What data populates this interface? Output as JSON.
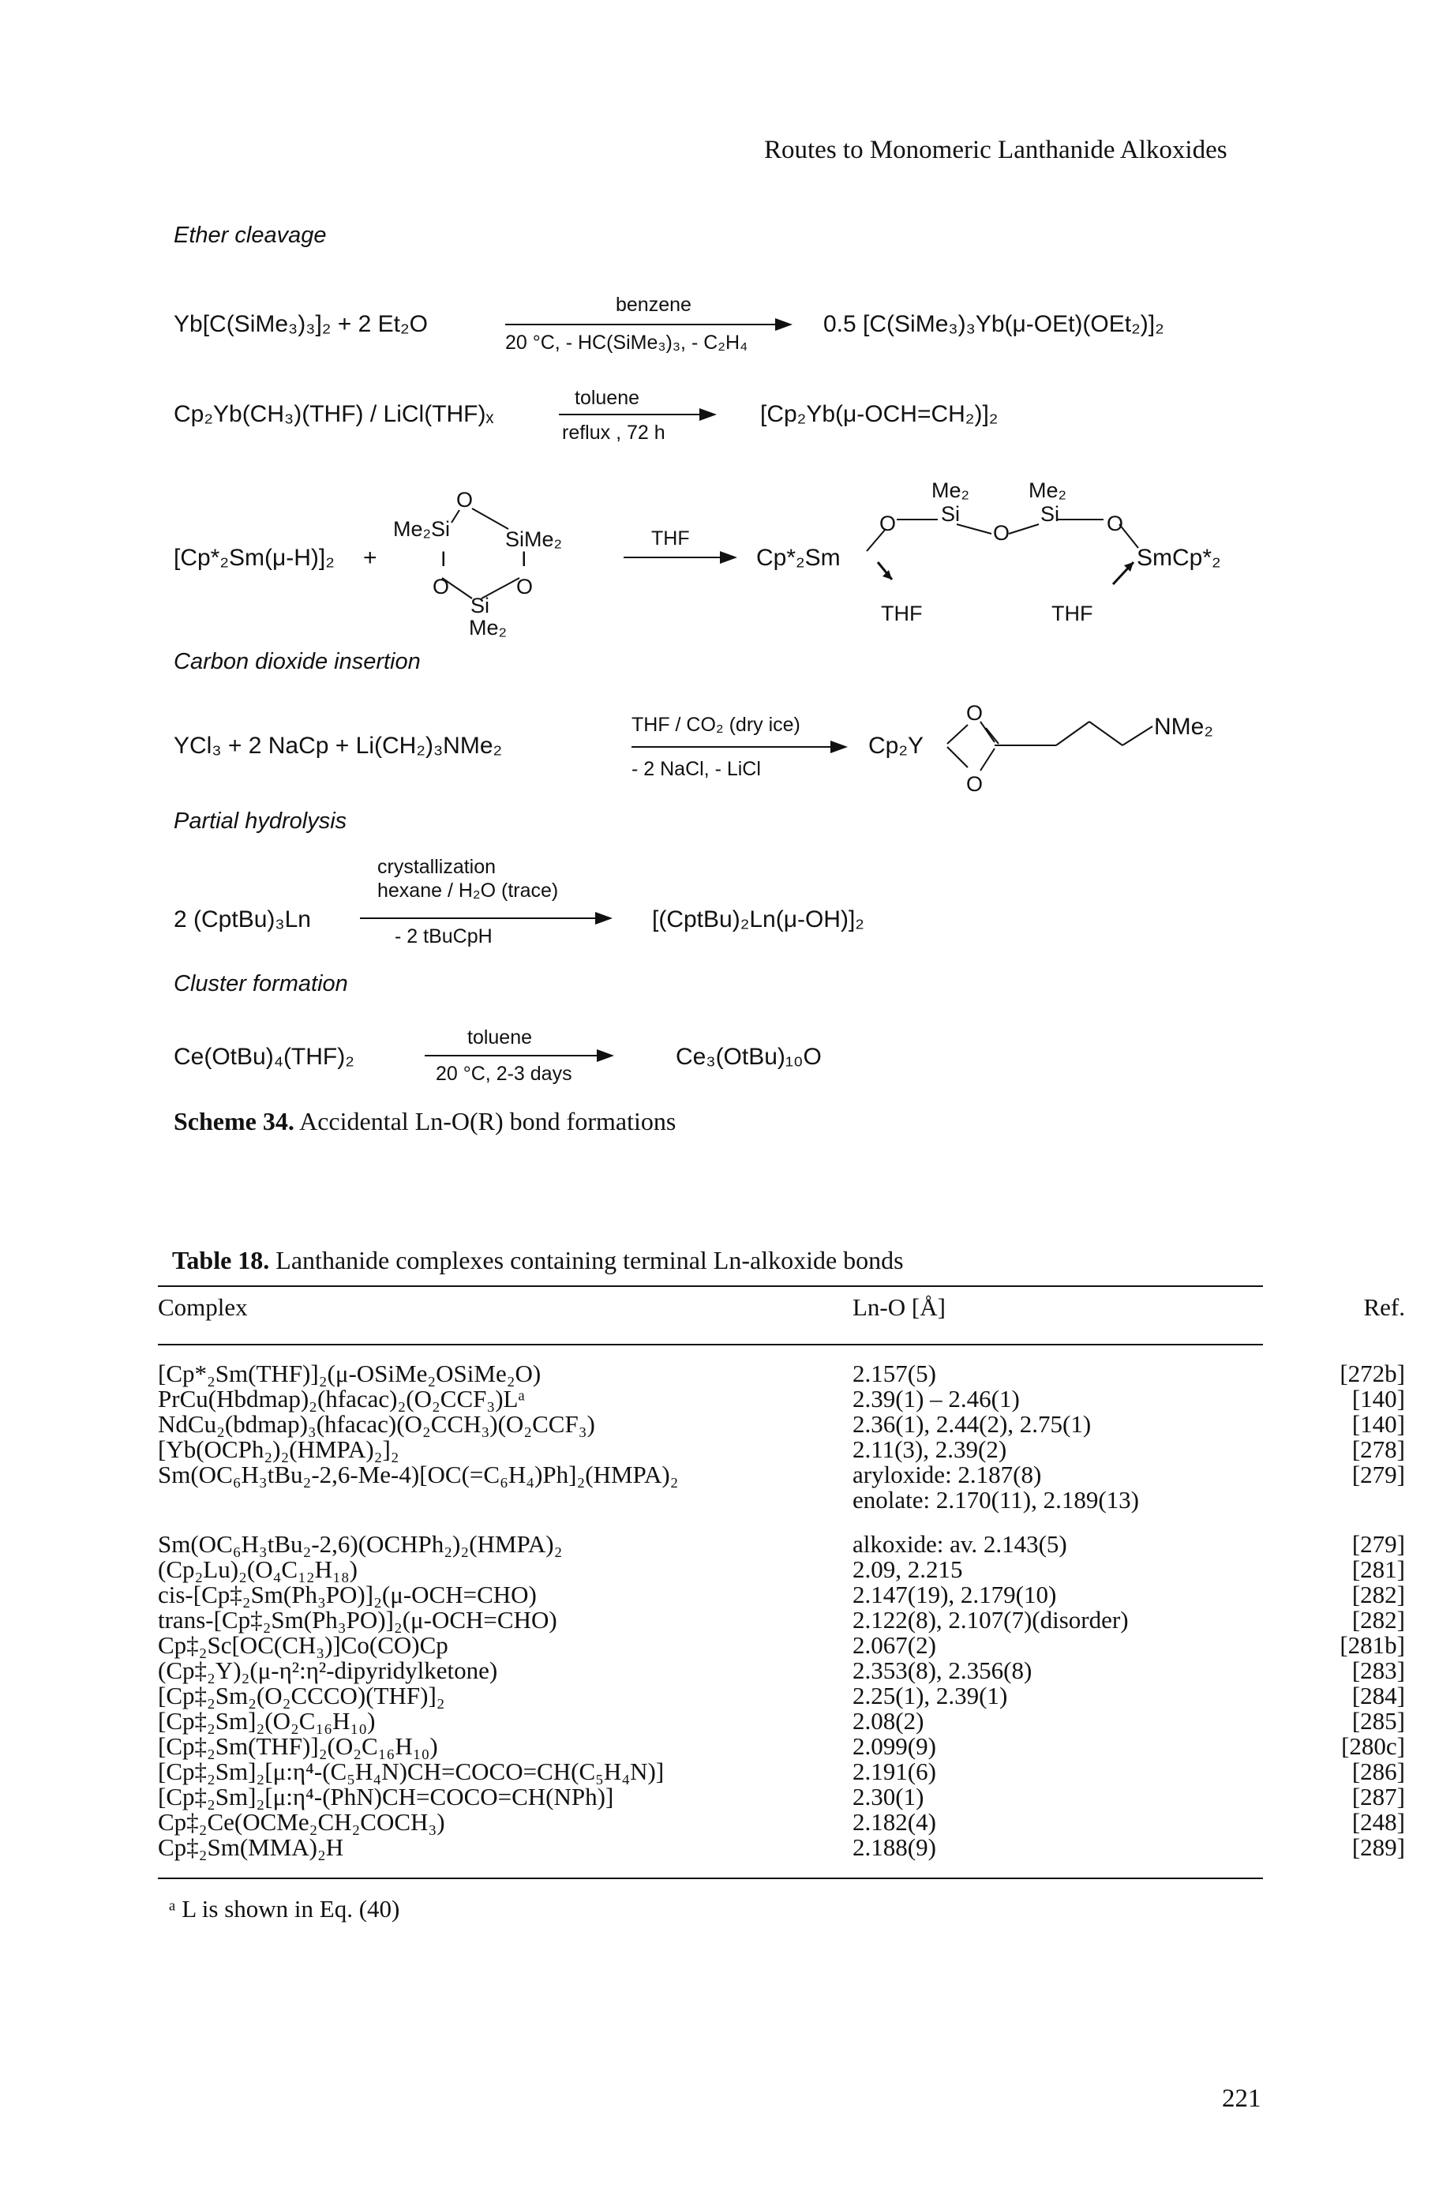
{
  "header": {
    "running_title": "Routes to Monomeric Lanthanide Alkoxides"
  },
  "scheme": {
    "sections": {
      "ether": "Ether cleavage",
      "co2": "Carbon dioxide insertion",
      "hydrolysis": "Partial hydrolysis",
      "cluster": "Cluster formation"
    },
    "r1": {
      "reactants": "Yb[C(SiMe₃)₃]₂ + 2 Et₂O",
      "above": "benzene",
      "below": "20 °C, - HC(SiMe₃)₃, - C₂H₄",
      "product": "0.5 [C(SiMe₃)₃Yb(μ-OEt)(OEt₂)]₂"
    },
    "r2": {
      "reactants": "Cp₂Yb(CH₃)(THF) / LiCl(THF)ₓ",
      "above": "toluene",
      "below": "reflux , 72 h",
      "product": "[Cp₂Yb(μ-OCH=CH₂)]₂"
    },
    "r3": {
      "reactant1": "[Cp*₂Sm(μ-H)]₂",
      "plus": "+",
      "above": "THF",
      "ring": {
        "o_top": "O",
        "me2si_left": "Me₂Si",
        "sime2_right": "SiMe₂",
        "bar_left": "I",
        "bar_right": "I",
        "o_left": "O",
        "o_right": "O",
        "si_bottom": "Si",
        "me2_bottom": "Me₂"
      },
      "product": {
        "cp_left": "Cp*₂Sm",
        "sm_right": "SmCp*₂",
        "thf_left": "THF",
        "thf_right": "THF",
        "me2_a": "Me₂",
        "me2_b": "Me₂",
        "si_a": "Si",
        "si_b": "Si",
        "o_a": "O",
        "o_b": "O",
        "o_c": "O"
      }
    },
    "r4": {
      "reactants": "YCl₃ + 2 NaCp + Li(CH₂)₃NMe₂",
      "above": "THF / CO₂ (dry ice)",
      "below": "- 2 NaCl, - LiCl",
      "product": {
        "cp2y": "Cp₂Y",
        "o_top": "O",
        "o_bottom": "O",
        "nme2": "NMe₂"
      }
    },
    "r5": {
      "reactants": "2 (CptBu)₃Ln",
      "above1": "crystallization",
      "above2": "hexane / H₂O (trace)",
      "below": "- 2 tBuCpH",
      "product": "[(CptBu)₂Ln(μ-OH)]₂"
    },
    "r6": {
      "reactants": "Ce(OtBu)₄(THF)₂",
      "above": "toluene",
      "below": "20 °C, 2-3 days",
      "product": "Ce₃(OtBu)₁₀O"
    },
    "caption_label": "Scheme 34.",
    "caption_text": "Accidental Ln-O(R) bond formations"
  },
  "table": {
    "caption_label": "Table 18.",
    "caption_text": "Lanthanide complexes containing terminal Ln-alkoxide bonds",
    "headers": [
      "Complex",
      "Ln-O [Å]",
      "Ref."
    ],
    "rows": [
      [
        "[Cp*₂Sm(THF)]₂(μ-OSiMe₂OSiMe₂O)",
        "2.157(5)",
        "[272b]"
      ],
      [
        "PrCu(Hbdmap)₂(hfacac)₂(O₂CCF₃)Lᵃ",
        "2.39(1) – 2.46(1)",
        "[140]"
      ],
      [
        "NdCu₂(bdmap)₃(hfacac)(O₂CCH₃)(O₂CCF₃)",
        "2.36(1), 2.44(2), 2.75(1)",
        "[140]"
      ],
      [
        "[Yb(OCPh₂)₂(HMPA)₂]₂",
        "2.11(3), 2.39(2)",
        "[278]"
      ],
      [
        "Sm(OC₆H₃tBu₂-2,6-Me-4)[OC(=C₆H₄)Ph]₂(HMPA)₂",
        "aryloxide: 2.187(8)",
        "[279]"
      ],
      [
        "",
        "enolate: 2.170(11), 2.189(13)",
        ""
      ],
      [
        "Sm(OC₆H₃tBu₂-2,6)(OCHPh₂)₂(HMPA)₂",
        "alkoxide: av. 2.143(5)",
        "[279]"
      ],
      [
        "(Cp₂Lu)₂(O₄C₁₂H₁₈)",
        "2.09, 2.215",
        "[281]"
      ],
      [
        "cis-[Cp‡₂Sm(Ph₃PO)]₂(μ-OCH=CHO)",
        "2.147(19), 2.179(10)",
        "[282]"
      ],
      [
        "trans-[Cp‡₂Sm(Ph₃PO)]₂(μ-OCH=CHO)",
        "2.122(8), 2.107(7)(disorder)",
        "[282]"
      ],
      [
        "Cp‡₂Sc[OC(CH₃)]Co(CO)Cp",
        "2.067(2)",
        "[281b]"
      ],
      [
        "(Cp‡₂Y)₂(μ-η²:η²-dipyridylketone)",
        "2.353(8), 2.356(8)",
        "[283]"
      ],
      [
        "[Cp‡₂Sm₂(O₂CCCO)(THF)]₂",
        "2.25(1), 2.39(1)",
        "[284]"
      ],
      [
        "[Cp‡₂Sm]₂(O₂C₁₆H₁₀)",
        "2.08(2)",
        "[285]"
      ],
      [
        "[Cp‡₂Sm(THF)]₂(O₂C₁₆H₁₀)",
        "2.099(9)",
        "[280c]"
      ],
      [
        "[Cp‡₂Sm]₂[μ:η⁴-(C₅H₄N)CH=COCO=CH(C₅H₄N)]",
        "2.191(6)",
        "[286]"
      ],
      [
        "[Cp‡₂Sm]₂[μ:η⁴-(PhN)CH=COCO=CH(NPh)]",
        "2.30(1)",
        "[287]"
      ],
      [
        "Cp‡₂Ce(OCMe₂CH₂COCH₃)",
        "2.182(4)",
        "[248]"
      ],
      [
        "Cp‡₂Sm(MMA)₂H",
        "2.188(9)",
        "[289]"
      ]
    ],
    "footnote": "ᵃ L is shown in Eq. (40)"
  },
  "page_number": "221"
}
